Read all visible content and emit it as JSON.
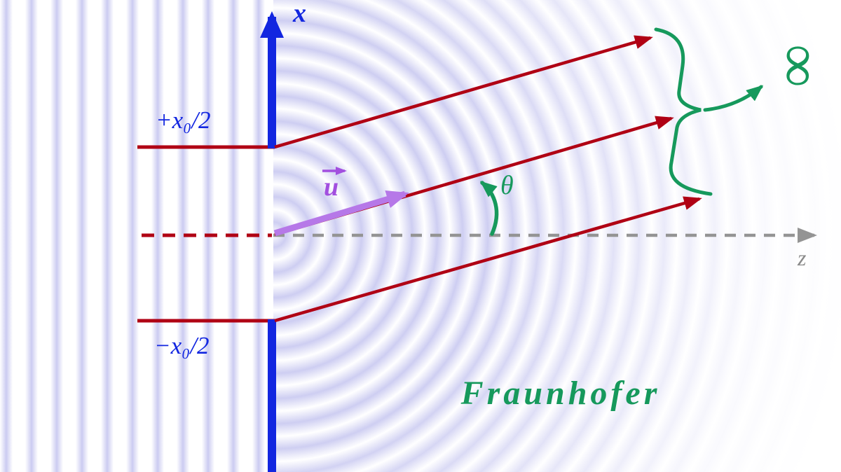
{
  "labels": {
    "x_axis": "x",
    "z_axis": "z",
    "slit_top": "+x₀/2",
    "slit_bottom": "−x₀/2",
    "wave_vector": "u",
    "angle": "θ",
    "infinity": "∞",
    "regime": "Fraunhofer"
  },
  "colors": {
    "axis_blue": "#1226e0",
    "ray_red": "#b00014",
    "wave_purple": "#b678e8",
    "accent_green": "#16995c",
    "axis_gray": "#949494",
    "wave_tint": "#8484de"
  }
}
